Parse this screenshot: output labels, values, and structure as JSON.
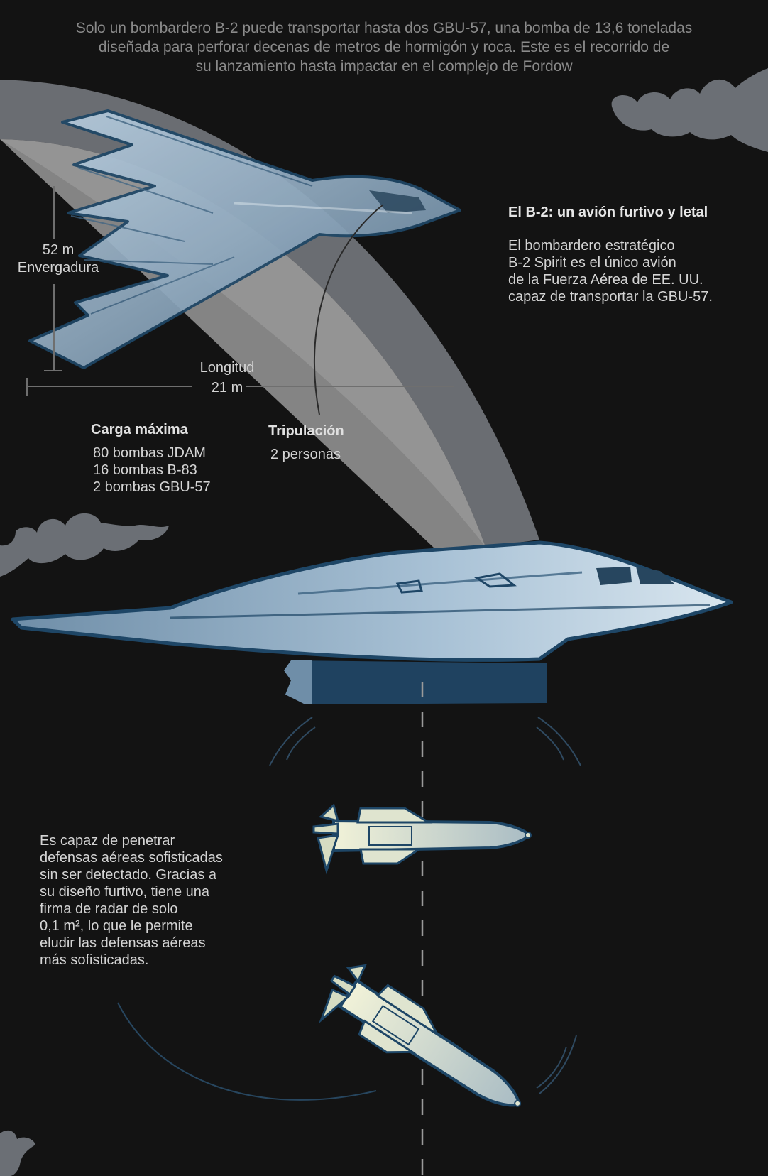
{
  "intro": {
    "line1": "Solo un bombardero B-2 puede transportar hasta dos GBU-57, una bomba de 13,6 toneladas",
    "line2": "diseñada para perforar decenas de metros de hormigón y roca. Este es el recorrido de",
    "line3": "su lanzamiento hasta impactar en el complejo de Fordow"
  },
  "b2": {
    "title": "El B-2: un avión furtivo y letal",
    "desc": [
      "El bombardero estratégico",
      "B-2 Spirit es el único avión",
      "de la Fuerza Aérea de EE. UU.",
      "capaz de transportar la GBU-57."
    ]
  },
  "dimensions": {
    "wingspan_value": "52 m",
    "wingspan_label": "Envergadura",
    "length_label": "Longitud",
    "length_value": "21 m"
  },
  "payload": {
    "title": "Carga máxima",
    "items": [
      "80 bombas JDAM",
      "16 bombas B-83",
      "2 bombas GBU-57"
    ]
  },
  "crew": {
    "title": "Tripulación",
    "value": "2 personas"
  },
  "stealth": {
    "lines": [
      "Es capaz de penetrar",
      "defensas aéreas sofisticadas",
      "sin ser detectado. Gracias a",
      "su diseño furtivo, tiene una",
      "firma de radar de solo",
      "0,1 m², lo que le permite",
      "eludir las defensas aéreas",
      "más sofisticadas."
    ]
  },
  "colors": {
    "background": "#131313",
    "plane_fill": "#9fb7cc",
    "plane_outline": "#1e4666",
    "bomb_fill": "#e4e6c8",
    "cloud": "#6b6f75",
    "beam": "#8a8a8a"
  }
}
